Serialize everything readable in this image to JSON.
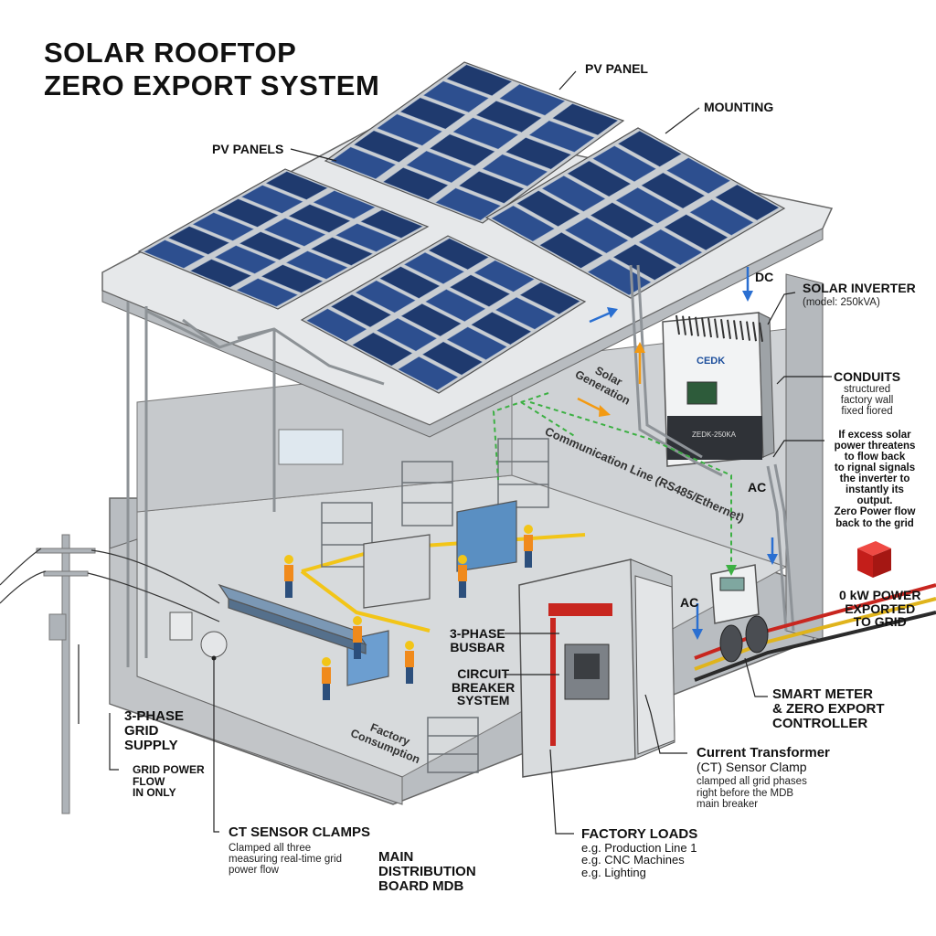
{
  "title": {
    "line1": "SOLAR ROOFTOP",
    "line2": "ZERO EXPORT SYSTEM"
  },
  "labels": {
    "pv_panel": "PV PANEL",
    "pv_panels": "PV PANELS",
    "mounting": "MOUNTING",
    "dc": "DC",
    "ac_upper": "AC",
    "ac_lower": "AC",
    "inverter_title": "SOLAR INVERTER",
    "inverter_model": "(model: 250kVA)",
    "inverter_brand": "CEDK",
    "inverter_plate": "ZEDK-250KA",
    "conduits_title": "CONDUITS",
    "conduits_desc": [
      "structured",
      "factory wall",
      "fixed fiored"
    ],
    "excess_desc": [
      "If excess solar",
      "power threatens",
      "to flow back",
      "to rignal signals",
      "the inverter to",
      "instantly its",
      "output.",
      "Zero Power flow",
      "back to the grid"
    ],
    "zero_kw": [
      "0 kW POWER",
      "EXPORTED",
      "TO GRID"
    ],
    "smart_meter": [
      "SMART METER",
      "& ZERO EXPORT",
      "CONTROLLER"
    ],
    "ct_title": [
      "Current Transformer",
      "(CT) Sensor Clamp"
    ],
    "ct_desc": [
      "clamped all grid phases",
      "right before the MDB",
      "main breaker"
    ],
    "busbar": [
      "3-PHASE",
      "BUSBAR"
    ],
    "breaker": [
      "CIRCUIT",
      "BREAKER",
      "SYSTEM"
    ],
    "grid_supply": [
      "3-PHASE",
      "GRID",
      "SUPPLY"
    ],
    "grid_flow": [
      "GRID POWER",
      "FLOW",
      "IN ONLY"
    ],
    "ct_clamps_title": "CT SENSOR CLAMPS",
    "ct_clamps_desc": [
      "Clamped all three",
      "measuring real-time grid",
      "power flow"
    ],
    "mdb": [
      "MAIN",
      "DISTRIBUTION",
      "BOARD MDB"
    ],
    "factory_loads_title": "FACTORY LOADS",
    "factory_loads_items": [
      "e.g. Production Line 1",
      "e.g. CNC Machines",
      "e.g. Lighting"
    ],
    "solar_generation": [
      "Solar",
      "Generation"
    ],
    "comm_line": "Communication Line (RS485/Ethernet)",
    "factory_consumption": [
      "Factory",
      "Consumption"
    ]
  },
  "colors": {
    "panel": "#1f3a6e",
    "panel_cell": "#2d4f8f",
    "roof": "#e3e5e7",
    "steel": "#aeb3b8",
    "floor": "#d5d8da",
    "wall": "#c9cccf",
    "yellow_line": "#f2c518",
    "green_line": "#3cb043",
    "blue_arrow": "#2a6fd1",
    "orange_arrow": "#f39a12",
    "red_cube": "#d8221e",
    "busbar_red": "#c8261f"
  }
}
